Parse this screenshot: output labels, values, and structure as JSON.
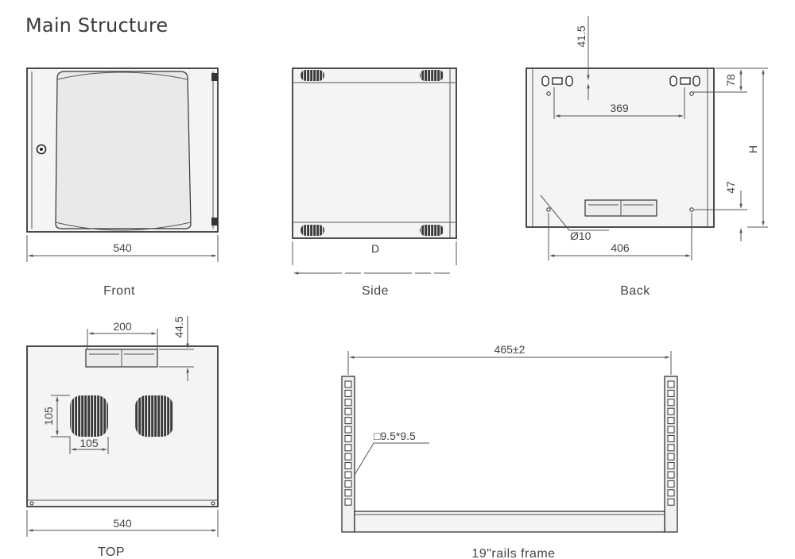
{
  "title": "Main Structure",
  "views": {
    "front": {
      "caption": "Front",
      "width_label": "540"
    },
    "side": {
      "caption": "Side",
      "depth_label": "D"
    },
    "back": {
      "caption": "Back",
      "dim_top": "41.5",
      "dim_369": "369",
      "dim_78": "78",
      "dim_h": "H",
      "dim_47": "47",
      "dim_hole": "Ø10",
      "dim_406": "406"
    },
    "top": {
      "caption": "TOP",
      "dim_200": "200",
      "dim_445": "44.5",
      "dim_105v": "105",
      "dim_105h": "105",
      "dim_540": "540"
    },
    "rails": {
      "caption": "19\"rails frame",
      "dim_465": "465±2",
      "dim_square": "□9.5*9.5"
    }
  }
}
